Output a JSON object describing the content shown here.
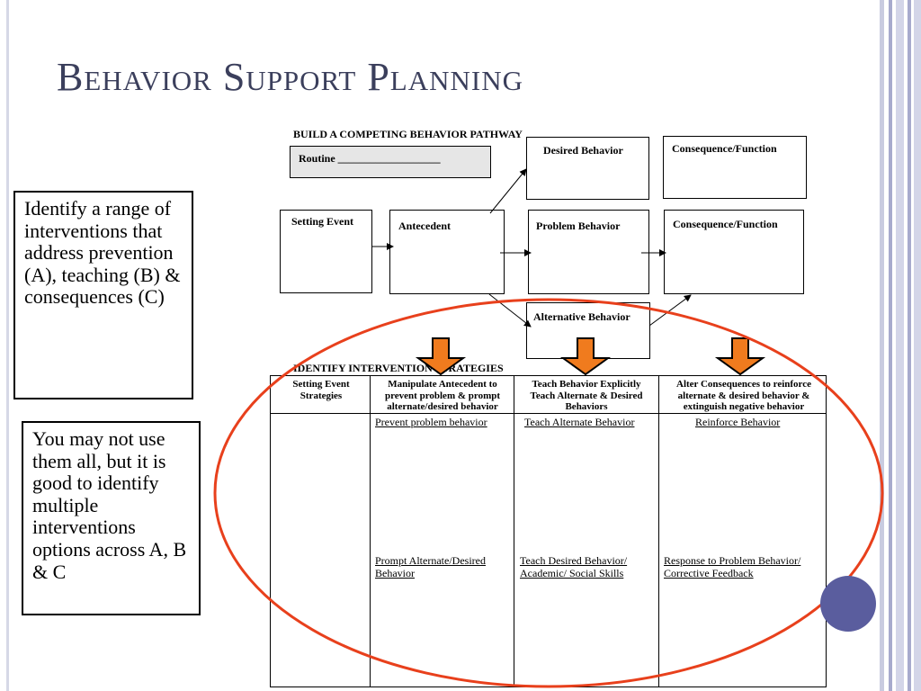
{
  "slide": {
    "title": "Behavior Support Planning",
    "left_box_1": "Identify a range of interventions that address prevention (A), teaching (B) & consequences (C)",
    "left_box_2": "You may not use them all, but it is good to identify multiple interventions options across A, B & C"
  },
  "pathway": {
    "heading": "BUILD A COMPETING BEHAVIOR PATHWAY",
    "routine_label": "Routine ___________________",
    "setting_event": "Setting Event",
    "antecedent": "Antecedent",
    "desired_behavior": "Desired Behavior",
    "consequence_function_top": "Consequence/Function",
    "problem_behavior": "Problem Behavior",
    "consequence_function_mid": "Consequence/Function",
    "alternative_behavior": "Alternative Behavior"
  },
  "strategies": {
    "heading": "IDENTIFY INTERVENTION STRATEGIES",
    "columns": [
      {
        "header": "Setting Event Strategies",
        "row1": "",
        "row2": ""
      },
      {
        "header": "Manipulate Antecedent to prevent problem & prompt alternate/desired behavior",
        "row1": "Prevent problem behavior",
        "row2": "Prompt Alternate/Desired Behavior"
      },
      {
        "header": "Teach Behavior Explicitly Teach Alternate & Desired Behaviors",
        "row1": "Teach Alternate Behavior",
        "row2": "Teach Desired Behavior/ Academic/ Social Skills"
      },
      {
        "header": "Alter Consequences to reinforce alternate & desired behavior & extinguish negative behavior",
        "row1": "Reinforce Behavior",
        "row2": "Response to Problem Behavior/ Corrective Feedback"
      }
    ]
  },
  "colors": {
    "title": "#3b3f5c",
    "ellipse": "#e8401c",
    "arrow_fill": "#f07b1e",
    "accent_circle": "#5a5d9e"
  }
}
